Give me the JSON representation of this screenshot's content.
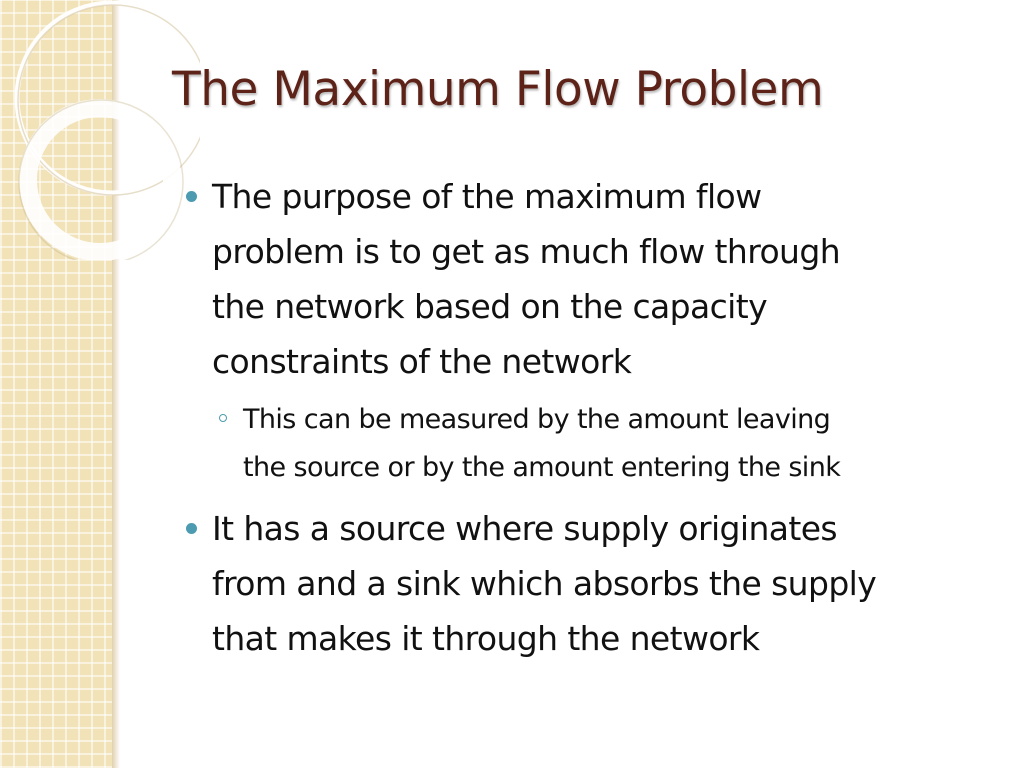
{
  "slide": {
    "title": "The Maximum Flow Problem",
    "bullets": [
      {
        "lines": [
          "The purpose of the maximum flow",
          "problem is to get as much flow through",
          "the network based on the capacity",
          "constraints of the network"
        ],
        "sub_bullets": [
          {
            "lines": [
              "This can be measured by the amount leaving",
              "the source or by the amount entering the sink"
            ]
          }
        ]
      },
      {
        "lines": [
          "It has a source where supply originates",
          "from and a sink which absorbs the supply",
          "that makes it through the network"
        ]
      }
    ]
  },
  "theme": {
    "title_color": "#5e2318",
    "bullet_color": "#4d9bb0",
    "strip_color": "#f1e2b8",
    "text_color": "#111111"
  }
}
